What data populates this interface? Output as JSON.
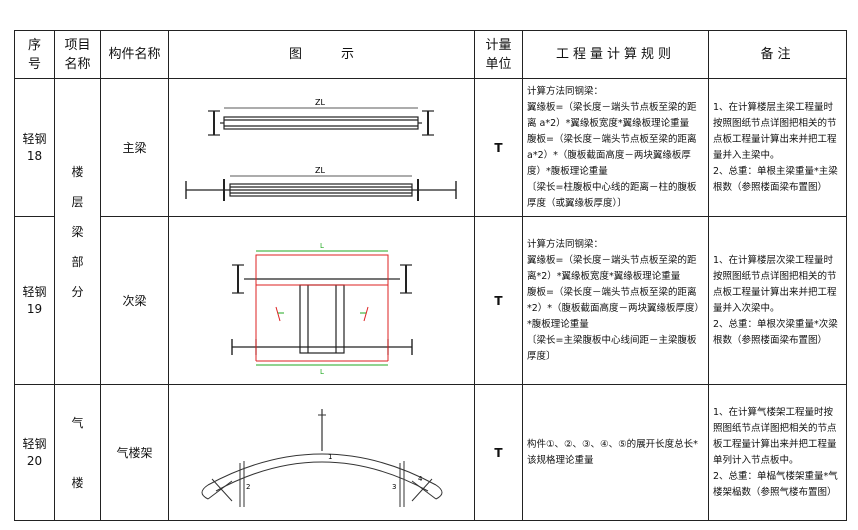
{
  "header": {
    "seq": [
      "序",
      "号"
    ],
    "cat": [
      "项目",
      "名称"
    ],
    "name": "构件名称",
    "diagram": "图　　　示",
    "unit": [
      "计量",
      "单位"
    ],
    "rule": "工程量计算规则",
    "note": "备注"
  },
  "category_floor": [
    "楼",
    "层",
    "梁",
    "部",
    "分"
  ],
  "category_qilou": [
    "气",
    "楼"
  ],
  "rows": [
    {
      "seq": [
        "轻钢",
        "18"
      ],
      "name": "主梁",
      "unit": "T",
      "rule_lines": [
        "计算方法同钢梁：",
        "翼缘板=（梁长度－端头节点板至梁的距离 a*2）*翼缘板宽度*翼缘板理论重量",
        "腹板=（梁长度－端头节点板至梁的距离 a*2）*（腹板截面高度－两块翼缘板厚度）*腹板理论重量",
        "〔梁长=柱腹板中心线的距离－柱的腹板厚度（或翼缘板厚度）〕"
      ],
      "note_lines": [
        "1、在计算楼层主梁工程量时按照图纸节点详图把相关的节点板工程量计算出来并把工程量并入主梁中。",
        "2、总重：单根主梁重量*主梁根数（参照楼面梁布置图）"
      ],
      "figure_labels": [
        "ZL",
        "ZL"
      ]
    },
    {
      "seq": [
        "轻钢",
        "19"
      ],
      "name": "次梁",
      "unit": "T",
      "rule_lines": [
        "计算方法同钢梁：",
        "翼缘板=（梁长度－端头节点板至梁的距离*2）*翼缘板宽度*翼缘板理论重量",
        "腹板=（梁长度－端头节点板至梁的距离*2）*（腹板截面高度－两块翼缘板厚度）*腹板理论重量",
        "〔梁长=主梁腹板中心线间距－主梁腹板厚度〕"
      ],
      "note_lines": [
        "1、在计算楼层次梁工程量时按照图纸节点详图把相关的节点板工程量计算出来并把工程量并入次梁中。",
        "2、总重：单根次梁重量*次梁根数（参照楼面梁布置图）"
      ],
      "figure_labels": [
        "L",
        "L"
      ]
    },
    {
      "seq": [
        "轻钢",
        "20"
      ],
      "name": "气楼架",
      "unit": "T",
      "rule_lines": [
        "构件①、②、③、④、⑤的展开长度总长*该规格理论重量"
      ],
      "note_lines": [
        "1、在计算气楼架工程量时按照图纸节点详图把相关的节点板工程量计算出来并把工程量单列计入节点板中。",
        "2、总重：单榀气楼架重量*气楼架榀数（参照气楼布置图）"
      ],
      "figure_labels": [
        "1",
        "2",
        "3",
        "4"
      ]
    }
  ]
}
